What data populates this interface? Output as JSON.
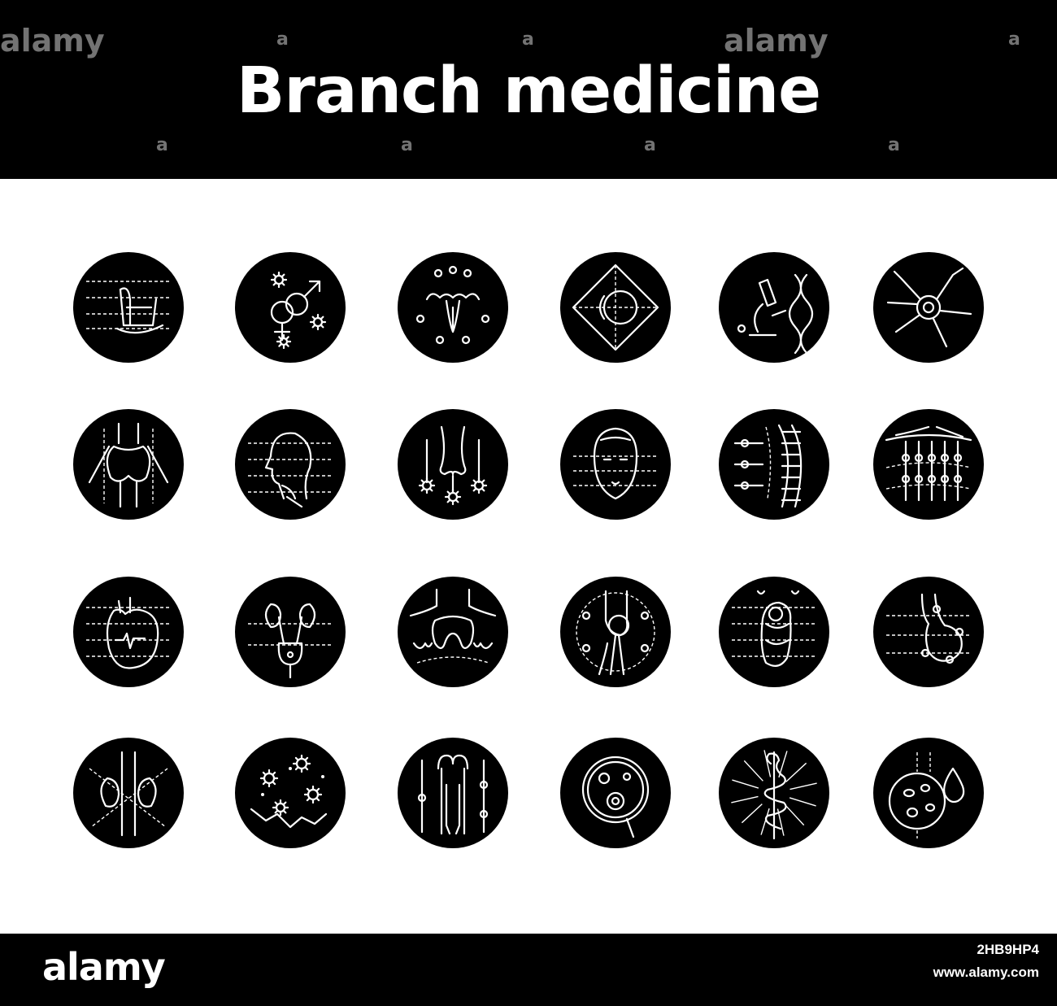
{
  "title": "Branch medicine",
  "watermark": {
    "text": "alamy",
    "letter": "a"
  },
  "footer": {
    "logo": "alamy",
    "image_id": "2HB9HP4",
    "url": "www.alamy.com"
  },
  "colors": {
    "background": "#ffffff",
    "icon_circle": "#000000",
    "icon_line": "#ffffff",
    "bars": "#000000"
  },
  "icons": [
    [
      "rocking-chair-icon",
      "gender-symbols-icon",
      "uterus-icon",
      "eye-icon",
      "microscope-dna-icon",
      "neuron-icon"
    ],
    [
      "thyroid-icon",
      "head-throat-icon",
      "nose-icon",
      "face-icon",
      "spine-icon",
      "skin-layers-icon"
    ],
    [
      "heart-icon",
      "urinary-system-icon",
      "teeth-icon",
      "knee-joint-icon",
      "newborn-baby-icon",
      "stomach-icon"
    ],
    [
      "kidneys-icon",
      "virus-particles-icon",
      "surgical-tools-icon",
      "petri-cell-icon",
      "rod-of-asclepius-icon",
      "blood-cells-icon"
    ]
  ]
}
